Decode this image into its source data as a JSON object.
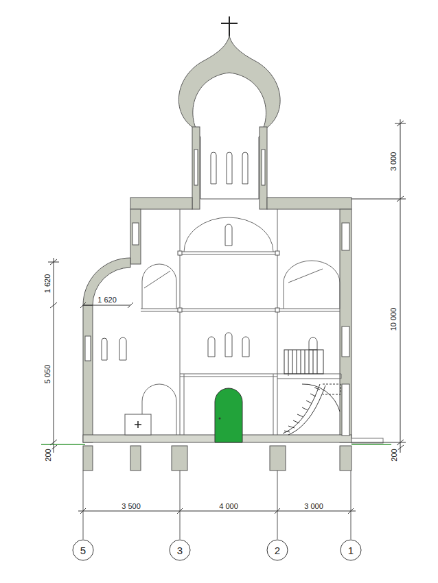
{
  "diagram": {
    "nodes": [
      {
        "text": [
          "5"
        ]
      },
      {
        "text": [
          "3"
        ]
      },
      {
        "text": [
          "2"
        ]
      },
      {
        "text": [
          "1"
        ]
      }
    ],
    "labels": [
      "3 000",
      "1 620",
      "10 000",
      "1 620",
      "5 050",
      "200",
      "200",
      "3 500",
      "4 000",
      "3 000"
    ]
  }
}
